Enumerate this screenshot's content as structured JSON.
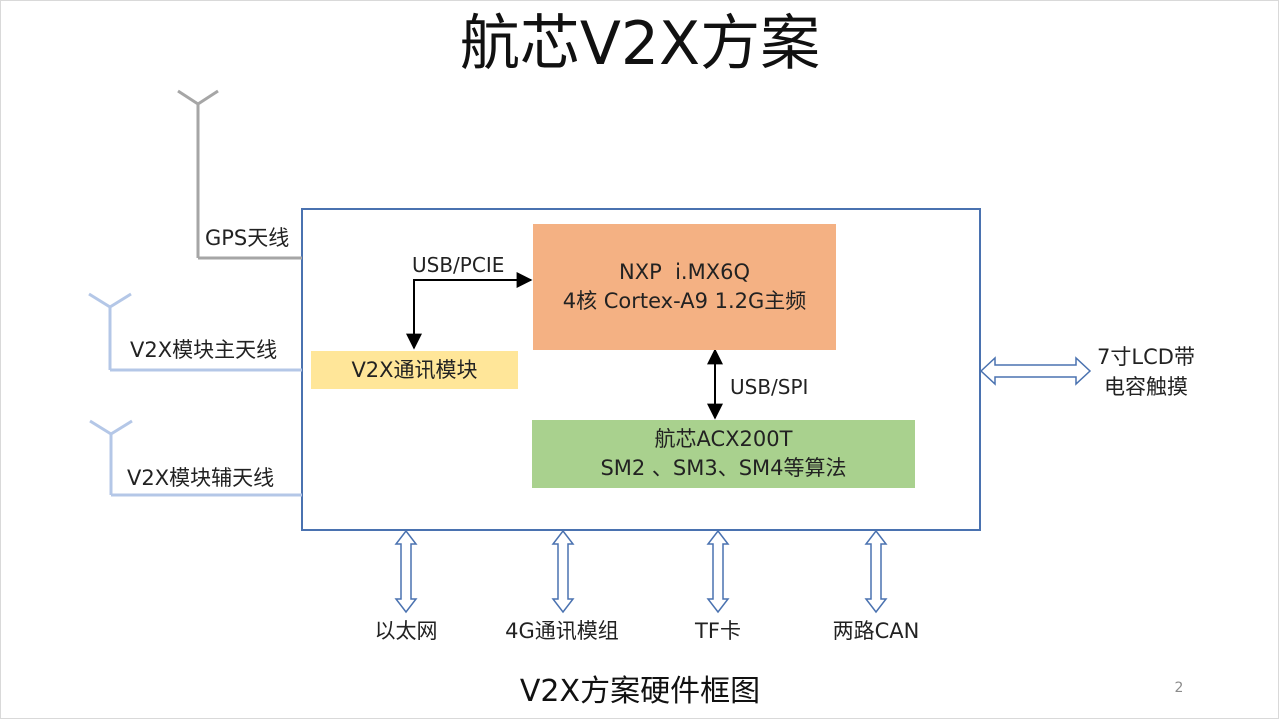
{
  "title": "航芯V2X方案",
  "caption": "V2X方案硬件框图",
  "page_number": "2",
  "antennas": {
    "gps": "GPS天线",
    "v2x_main": "V2X模块主天线",
    "v2x_aux": "V2X模块辅天线"
  },
  "modules": {
    "soc": {
      "line1": "NXP  i.MX6Q",
      "line2": "4核 Cortex-A9 1.2G主频"
    },
    "v2x": {
      "label": "V2X通讯模块"
    },
    "security": {
      "line1": "航芯ACX200T",
      "line2": "SM2 、SM3、SM4等算法"
    }
  },
  "links": {
    "usb_pcie": "USB/PCIE",
    "usb_spi": "USB/SPI"
  },
  "lcd": {
    "line1": "7寸LCD带",
    "line2": "电容触摸"
  },
  "peripherals": [
    "以太网",
    "4G通讯模组",
    "TF卡",
    "两路CAN"
  ],
  "colors": {
    "board_border": "#4a72b0",
    "soc_fill": "#f4b183",
    "v2x_fill": "#ffe699",
    "security_fill": "#a9d18e",
    "gps_antenna": "#a6a6a6",
    "v2x_antenna": "#b4c7e7",
    "interface_arrow": "#4a72b0"
  }
}
